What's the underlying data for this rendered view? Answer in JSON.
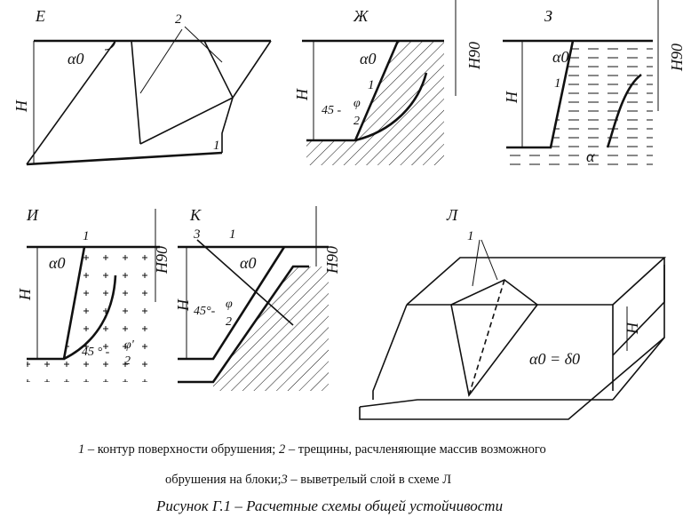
{
  "schemes": {
    "E": {
      "letter": "Е",
      "H": "H",
      "alpha": "α0",
      "num_crack": "2",
      "num_contour": "1"
    },
    "Zh": {
      "letter": "Ж",
      "H": "H",
      "alpha": "α0",
      "Hgo": "H90",
      "num_contour": "1",
      "angle": "45 -",
      "phi": "φ",
      "two": "2"
    },
    "Z": {
      "letter": "З",
      "H": "H",
      "alpha": "α0",
      "Hgo": "H90",
      "num_contour": "1",
      "alpha_small": "α"
    },
    "I": {
      "letter": "И",
      "H": "H",
      "alpha": "α0",
      "Hgo": "H90",
      "num_contour": "1",
      "angle": "45 ° -",
      "phi": "φ'",
      "two": "2"
    },
    "K": {
      "letter": "К",
      "H": "H",
      "alpha": "α0",
      "Hgo": "H90",
      "num_layer": "3",
      "num_contour": "1",
      "angle": "45°-",
      "phi": "φ",
      "two": "2"
    },
    "L": {
      "letter": "Л",
      "H": "H",
      "num_contour": "1",
      "alpha_delta": "α0 = δ0"
    }
  },
  "caption": {
    "line1_n1": "1",
    "line1_t1": " – контур поверхности обрушения; ",
    "line1_n2": "2",
    "line1_t2": " – трещины, расчленяющие массив возможного",
    "line2_t1": "обрушения на блоки;",
    "line2_n3": "3",
    "line2_t2": " – выветрелый слой в схеме Л",
    "title": "Рисунок Г.1 – Расчетные схемы общей устойчивости"
  }
}
